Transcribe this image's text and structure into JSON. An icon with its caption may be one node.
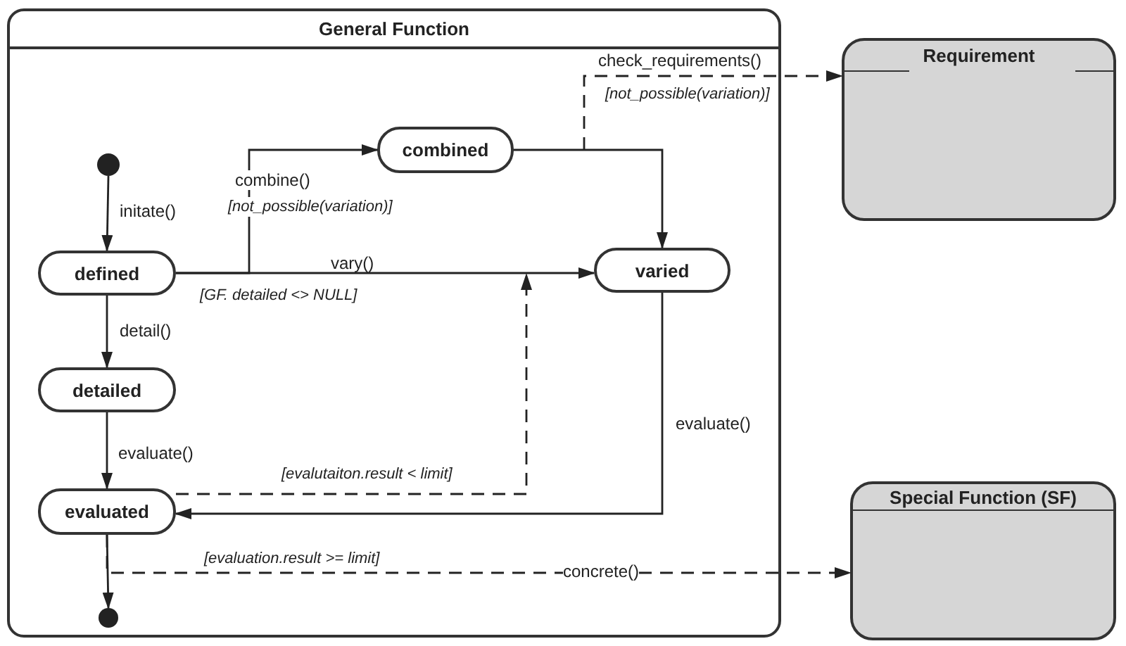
{
  "diagram": {
    "nodes": [
      {
        "text": [
          "General Function"
        ]
      },
      {
        "text": [],
        "shape": "circle",
        "in": 0
      },
      {
        "text": [
          "defined"
        ],
        "in": 0
      },
      {
        "text": [
          "combined"
        ],
        "in": 0
      },
      {
        "text": [
          "varied"
        ],
        "in": 0
      },
      {
        "text": [
          "detailed"
        ],
        "in": 0
      },
      {
        "text": [
          "evaluated"
        ],
        "in": 0
      },
      {
        "text": [],
        "shape": "circle",
        "in": 0
      },
      {
        "text": [
          "Requirement"
        ]
      },
      {
        "text": [
          "Special Function (SF)"
        ]
      }
    ],
    "edges": [
      {
        "from": 1,
        "to": 2,
        "arrow": "to",
        "label": "initate()"
      },
      {
        "from": 2,
        "to": 3,
        "arrow": "to",
        "label": "combine()"
      },
      {
        "from": 2,
        "to": 4,
        "arrow": "to",
        "label": "vary()"
      },
      {
        "from": 3,
        "to": 4,
        "arrow": "to"
      },
      {
        "from": 2,
        "to": 5,
        "arrow": "to",
        "label": "detail()"
      },
      {
        "from": 5,
        "to": 6,
        "arrow": "to",
        "label": "evaluate()"
      },
      {
        "from": 6,
        "to": 4,
        "arrow": "to",
        "style": "dashed",
        "label": "[evalutaiton.result < limit]"
      },
      {
        "from": 4,
        "to": 6,
        "arrow": "to",
        "label": "evaluate()"
      },
      {
        "from": 6,
        "to": 7,
        "arrow": "to"
      },
      {
        "from": 6,
        "to": 9,
        "arrow": "to",
        "style": "dashed",
        "label": "concrete()"
      },
      {
        "from": 3,
        "to": 8,
        "arrow": "to",
        "style": "dashed",
        "label": "check_requirements()"
      }
    ],
    "labels": [
      "[not_possible(variation)]",
      "[not_possible(variation)]",
      "[GF. detailed <> NULL]",
      "[evaluation.result >= limit]"
    ]
  }
}
